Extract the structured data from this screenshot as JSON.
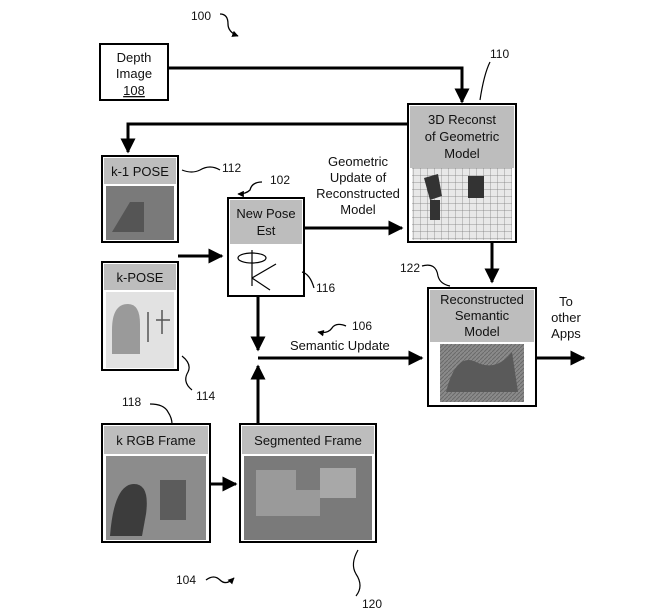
{
  "refs": {
    "system": "100",
    "pose_est": "102",
    "segmentation": "104",
    "semantic_update": "106",
    "depth_image": "108",
    "reconstruction": "110",
    "k1_pose": "112",
    "k_pose": "114",
    "pose_box": "116",
    "rgb_frame": "118",
    "segmented_frame": "120",
    "semantic_model": "122"
  },
  "boxes": {
    "depth_image": {
      "line1": "Depth",
      "line2": "Image",
      "line3": "108"
    },
    "reconst": {
      "line1": "3D Reconst",
      "line2": "of Geometric",
      "line3": "Model"
    },
    "k1_pose": "k-1 POSE",
    "k_pose": "k-POSE",
    "new_pose": {
      "line1": "New Pose",
      "line2": "Est"
    },
    "semantic_model": {
      "line1": "Reconstructed",
      "line2": "Semantic",
      "line3": "Model"
    },
    "rgb_frame": "k RGB Frame",
    "segmented_frame": "Segmented Frame"
  },
  "labels": {
    "geometric_update": [
      "Geometric",
      "Update of",
      "Reconstructed",
      "Model"
    ],
    "semantic_update": "Semantic Update",
    "other_apps": [
      "To",
      "other",
      "Apps"
    ]
  }
}
